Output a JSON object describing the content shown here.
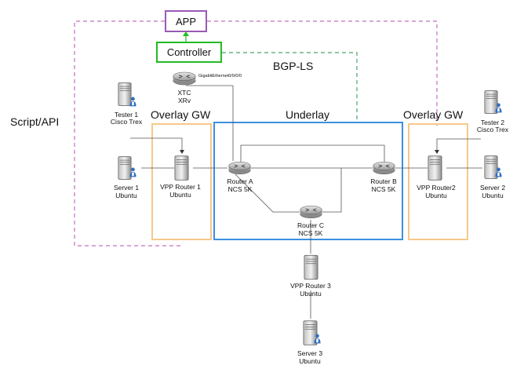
{
  "app_label": "APP",
  "controller_label": "Controller",
  "bgp_ls_label": "BGP-LS",
  "script_api_label": "Script/API",
  "overlay_gw_left_label": "Overlay GW",
  "overlay_gw_right_label": "Overlay GW",
  "underlay_label": "Underlay",
  "xtc": {
    "name": "XTC",
    "type": "XRv",
    "iface": "GigabitEthernet0/0/0/0"
  },
  "tester1": {
    "line1": "Tester 1",
    "line2": "Cisco Trex"
  },
  "tester2": {
    "line1": "Tester 2",
    "line2": "Cisco Trex"
  },
  "server1": {
    "line1": "Server 1",
    "line2": "Ubuntu"
  },
  "server2": {
    "line1": "Server 2",
    "line2": "Ubuntu"
  },
  "server3": {
    "line1": "Server 3",
    "line2": "Ubuntu"
  },
  "vpp1": {
    "line1": "VPP Router 1",
    "line2": "Ubuntu"
  },
  "vpp2": {
    "line1": "VPP Router2",
    "line2": "Ubuntu"
  },
  "vpp3": {
    "line1": "VPP Router 3",
    "line2": "Ubuntu"
  },
  "router_a": {
    "line1": "Router A",
    "line2": "NCS 5K"
  },
  "router_b": {
    "line1": "Router B",
    "line2": "NCS 5K"
  },
  "router_c": {
    "line1": "Router C",
    "line2": "NCS 5K"
  },
  "colors": {
    "app_border": "#9b59b6",
    "controller_border": "#22bb22",
    "underlay_border": "#3b8fe0",
    "overlay_border": "#f7c88a",
    "script_dash": "#c070c0",
    "bgp_dash": "#4aa36a"
  }
}
